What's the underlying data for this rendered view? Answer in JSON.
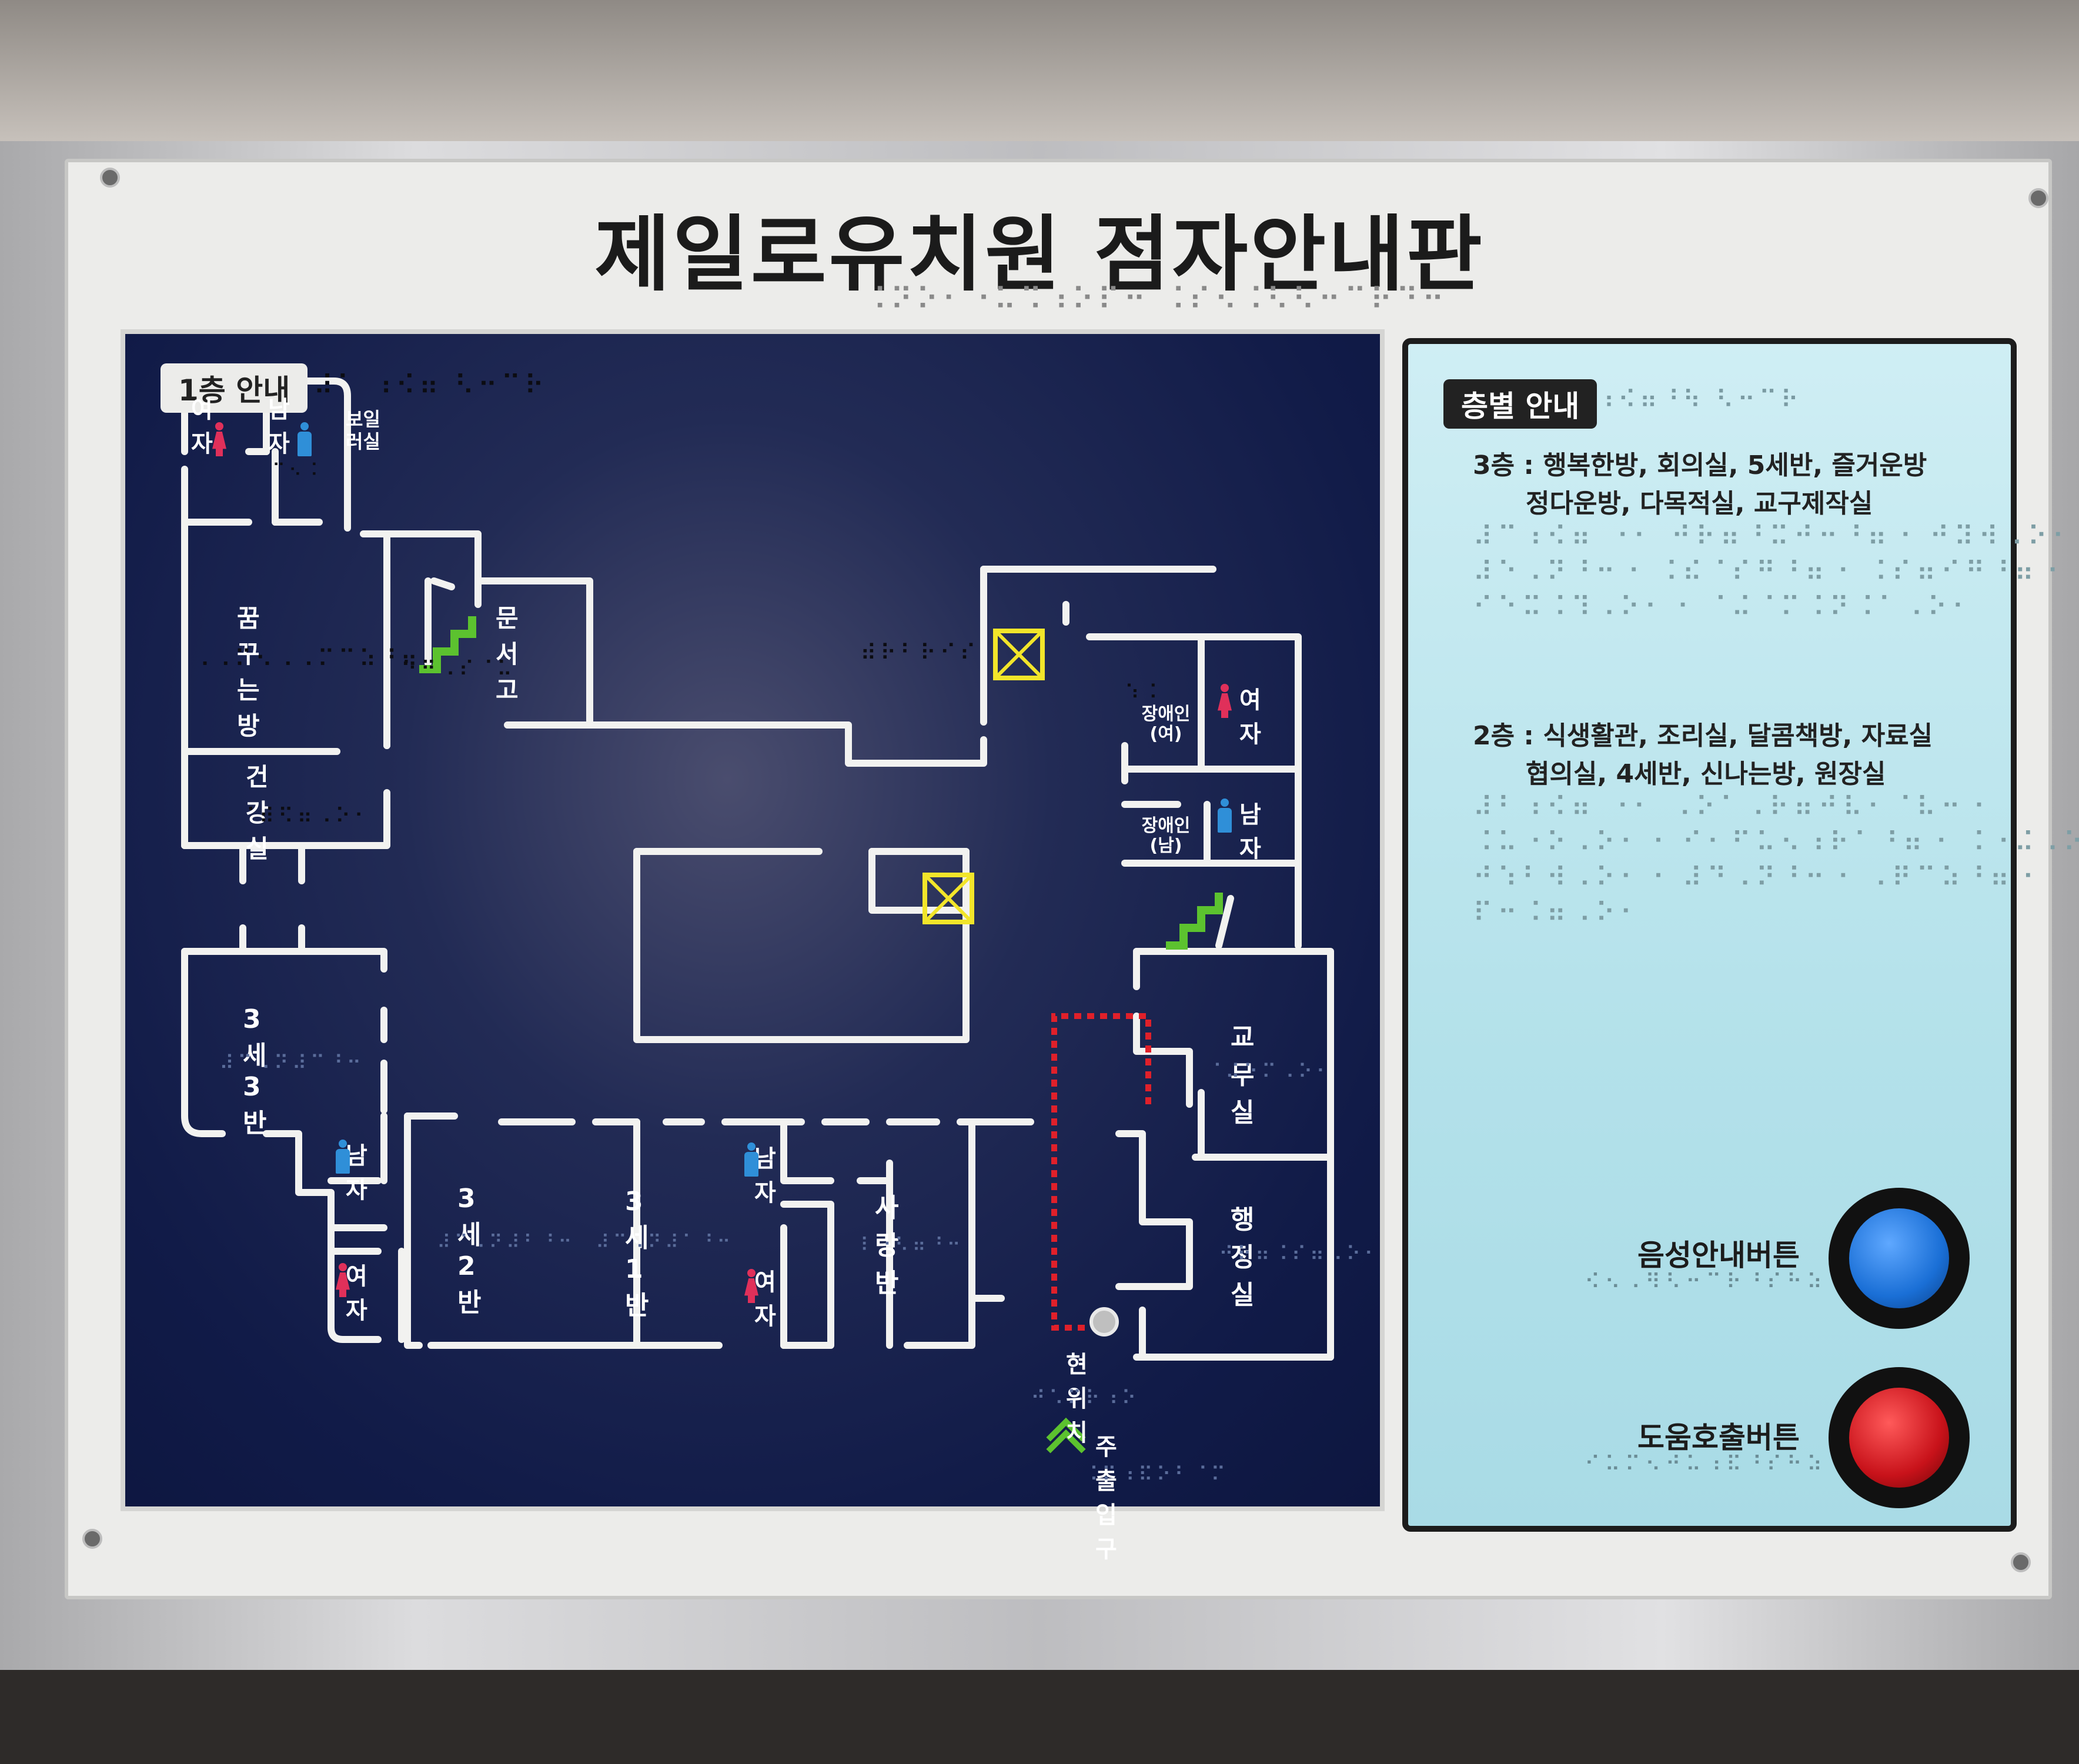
{
  "title": "제일로유치원 점자안내판",
  "title_braille": "⠨⠝⠕⠂⠐⠥⠩⠰⠕⠏⠒ ⠨⠎⠢⠨⠣⠣⠒⠉⠗⠙⠒",
  "floor1": {
    "tag": "1층 안내",
    "tag_braille": "⠼⠁ ⠰⠪⠶ ⠣⠒⠉⠗",
    "rooms": {
      "women_a": "여자",
      "men_a": "남자",
      "boiler": "보일러실",
      "dream": "꿈꾸는방",
      "library": "문서고",
      "health": "건강실",
      "age3_3": "3세3반",
      "men_b": "남자",
      "women_b": "여자",
      "age3_2": "3세2반",
      "age3_1": "3세1반",
      "men_c": "남자",
      "women_c": "여자",
      "love": "사랑반",
      "women_d": "여자",
      "disabled_f": "장애인(여)",
      "men_d": "남자",
      "disabled_m": "장애인(남)",
      "teachers": "교무실",
      "admin": "행정실",
      "you_are_here": "현위치",
      "main_entrance": "주출입구"
    },
    "braille": {
      "dream": "⠠⠠⠍⠢⠠⠠⠍⠉⠵⠘⠶",
      "library": "⠑⠛⠠⠎⠈⠥",
      "health": "⠈⠾⠫⠶⠠⠕⠂",
      "age3_3": "⠼⠉⠠⠝⠼⠉⠘⠒",
      "age3_2": "⠼⠉⠠⠝⠼⠃⠘⠒",
      "age3_1": "⠼⠉⠠⠝⠼⠁⠘⠒",
      "love": "⠇⠐⠣⠶⠘⠒",
      "teachers": "⠈⠬⠑⠍⠠⠕⠂",
      "admin": "⠚⠗⠶⠨⠎⠶⠠⠕⠂",
      "you_are_here": "⠚⠡⠍⠗⠰⠕",
      "main_entrance": "⠨⠍⠰⠯⠕⠃⠈⠍",
      "elevator": "⠾⠗⠃⠗⠊⠎",
      "women": "⠱⠨",
      "men": "⠉⠢⠨"
    },
    "colors": {
      "map_bg": "#111b48",
      "wall": "#f2f2f0",
      "elevator": "#f2e52a",
      "stairs": "#5cc22f",
      "route": "#e0202a",
      "women_icon": "#e0305a",
      "men_icon": "#2f8fd8"
    }
  },
  "floors": {
    "tag": "층별 안내",
    "tag_braille": "⠰⠪⠶⠘⠳ ⠣⠒⠉⠗",
    "floor3_line1": "3층 : 행복한방, 회의실, 5세반, 즐거운방",
    "floor3_line2": "정다운방, 다목적실, 교구제작실",
    "floor3_braille_1": "⠼⠉⠰⠪⠶ ⠐⠂ ⠚⠗⠶⠘⠭⠚⠒⠘⠶⠐ ⠚⠽⠺⠠⠕⠂⠐",
    "floor3_braille_2": "⠼⠑⠠⠝⠘⠒⠐ ⠨⠮⠈⠎⠛⠘⠶⠐ ⠨⠎⠶⠊⠛⠘⠶⠐",
    "floor3_braille_3": "⠊⠑⠭⠨⠹⠠⠕⠂⠐ ⠈⠬⠈⠍⠨⠝⠨⠁⠠⠕⠂",
    "floor2_line1": "2층 : 식생활관, 조리실, 달콤책방, 자료실",
    "floor2_line2": "협의실, 4세반, 신나는방, 원장실",
    "floor2_braille_1": "⠼⠃⠰⠪⠶ ⠐⠂ ⠠⠕⠁⠠⠗⠶⠚⠧⠂⠈⠧⠒⠐",
    "floor2_braille_2": "⠨⠥⠐⠕⠠⠕⠂⠐ ⠊⠂⠋⠥⠢⠰⠗⠁⠘⠶⠐ ⠨⠐⠬⠠⠕⠂",
    "floor2_braille_3": "⠚⠱⠃⠺⠠⠕⠂⠐ ⠼⠙⠠⠝⠘⠒⠐ ⠠⠟⠉⠵⠘⠶⠐",
    "floor2_braille_4": "⠏⠒⠨⠶⠠⠕⠂"
  },
  "buttons": {
    "voice_label": "음성안내버튼",
    "voice_braille": "⠪⠢⠠⠻⠣⠒⠉⠗⠘⠎⠓⠵",
    "voice_color": "#1a6fd6",
    "help_label": "도움호출버튼",
    "help_braille": "⠊⠥⠍⠢⠚⠥⠰⠯⠘⠎⠓⠵",
    "help_color": "#c8121a"
  }
}
